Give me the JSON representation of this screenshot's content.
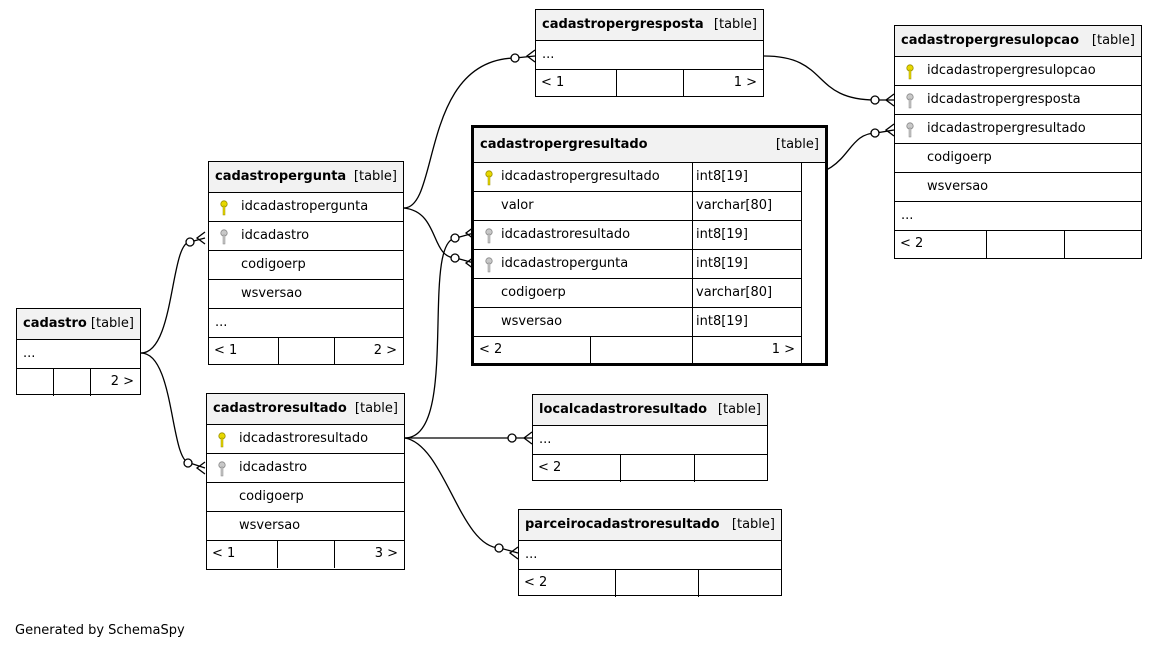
{
  "type_label": "[table]",
  "footer": "Generated by SchemaSpy",
  "tables": {
    "cadastro": {
      "name": "cadastro",
      "ellipsis": "...",
      "nav_right": "2 >"
    },
    "cadastropergunta": {
      "name": "cadastropergunta",
      "columns": [
        "idcadastropergunta",
        "idcadastro",
        "codigoerp",
        "wsversao"
      ],
      "ellipsis": "...",
      "nav_left": "< 1",
      "nav_right": "2 >"
    },
    "cadastroresultado": {
      "name": "cadastroresultado",
      "columns": [
        "idcadastroresultado",
        "idcadastro",
        "codigoerp",
        "wsversao"
      ],
      "nav_left": "< 1",
      "nav_right": "3 >"
    },
    "cadastropergresposta": {
      "name": "cadastropergresposta",
      "ellipsis": "...",
      "nav_left": "< 1",
      "nav_right": "1 >"
    },
    "cadastropergresultado": {
      "name": "cadastropergresultado",
      "columns": [
        {
          "name": "idcadastropergresultado",
          "type": "int8[19]"
        },
        {
          "name": "valor",
          "type": "varchar[80]"
        },
        {
          "name": "idcadastroresultado",
          "type": "int8[19]"
        },
        {
          "name": "idcadastropergunta",
          "type": "int8[19]"
        },
        {
          "name": "codigoerp",
          "type": "varchar[80]"
        },
        {
          "name": "wsversao",
          "type": "int8[19]"
        }
      ],
      "nav_left": "< 2",
      "nav_right": "1 >"
    },
    "cadastropergresulopcao": {
      "name": "cadastropergresulopcao",
      "columns": [
        "idcadastropergresulopcao",
        "idcadastropergresposta",
        "idcadastropergresultado",
        "codigoerp",
        "wsversao"
      ],
      "ellipsis": "...",
      "nav_left": "< 2"
    },
    "localcadastroresultado": {
      "name": "localcadastroresultado",
      "ellipsis": "...",
      "nav_left": "< 2"
    },
    "parceirocadastroresultado": {
      "name": "parceirocadastroresultado",
      "ellipsis": "...",
      "nav_left": "< 2"
    }
  },
  "colors": {
    "primary_key": "#e8d800",
    "foreign_key": "#b0b0b0",
    "header_bg": "#f2f2f2",
    "line": "#000000"
  }
}
